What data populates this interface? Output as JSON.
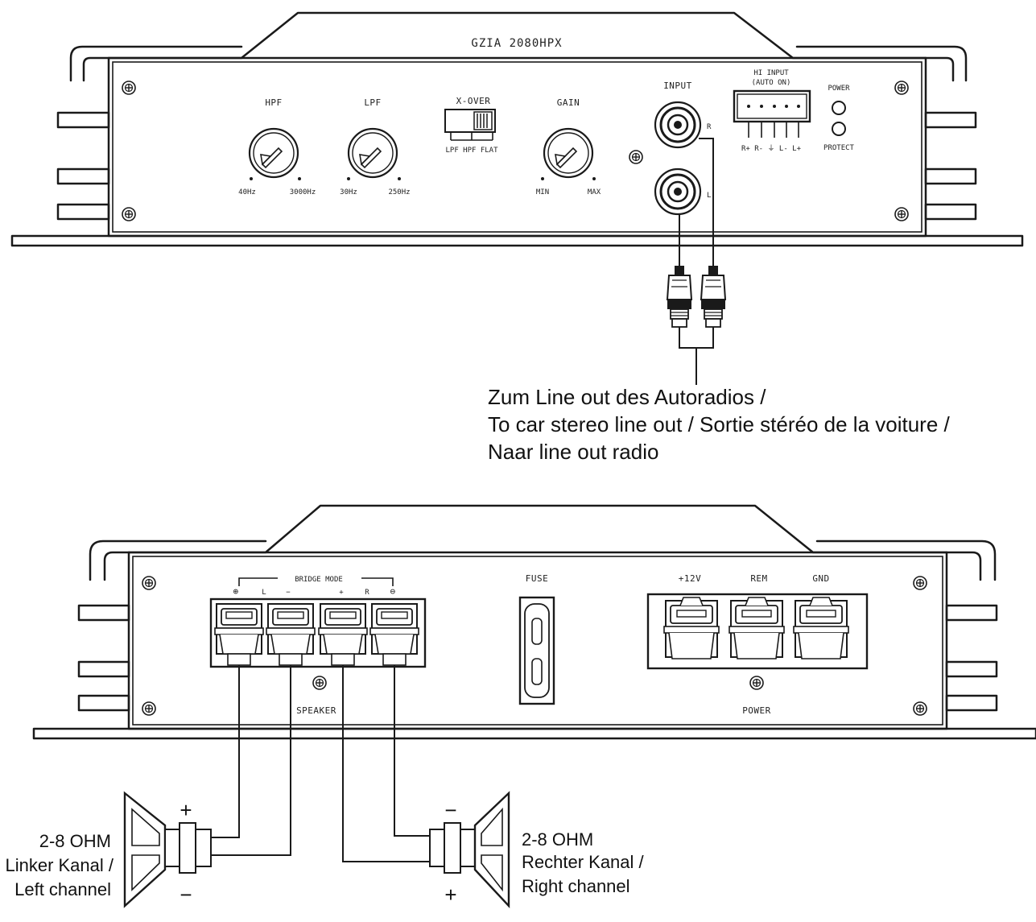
{
  "top_amp": {
    "model": "GZIA 2080HPX",
    "hpf": {
      "label": "HPF",
      "min": "40Hz",
      "max": "3000Hz"
    },
    "lpf": {
      "label": "LPF",
      "min": "30Hz",
      "max": "250Hz"
    },
    "xover": {
      "label": "X-OVER",
      "modes": "LPF HPF FLAT"
    },
    "gain": {
      "label": "GAIN",
      "min": "MIN",
      "max": "MAX"
    },
    "input": {
      "label": "INPUT",
      "right": "R",
      "left": "L"
    },
    "hi_input": {
      "line1": "HI   INPUT",
      "line2": "(AUTO ON)",
      "pins": "R+ R- ⏚ L- L+"
    },
    "indicators": {
      "power": "POWER",
      "protect": "PROTECT"
    }
  },
  "line_out_caption": {
    "line1": "Zum Line out des Autoradios /",
    "line2": "To car stereo line out / Sortie stéréo de la voiture /",
    "line3": "Naar line out radio"
  },
  "bottom_amp": {
    "bridge_mode": "BRIDGE MODE",
    "speaker_terminals": {
      "t1": "⊕",
      "t2": "L",
      "t3": "−",
      "t4": "+",
      "t5": "R",
      "t6": "⊖"
    },
    "speaker_label": "SPEAKER",
    "fuse_label": "FUSE",
    "power_terminals": {
      "p1": "+12V",
      "p2": "REM",
      "p3": "GND"
    },
    "power_label": "POWER"
  },
  "left_speaker": {
    "line1": "2-8 OHM",
    "line2": "Linker Kanal /",
    "line3": "Left channel",
    "top_sign": "+",
    "bottom_sign": "−"
  },
  "right_speaker": {
    "line1": "2-8 OHM",
    "line2": "Rechter Kanal /",
    "line3": "Right channel",
    "top_sign": "−",
    "bottom_sign": "+"
  }
}
